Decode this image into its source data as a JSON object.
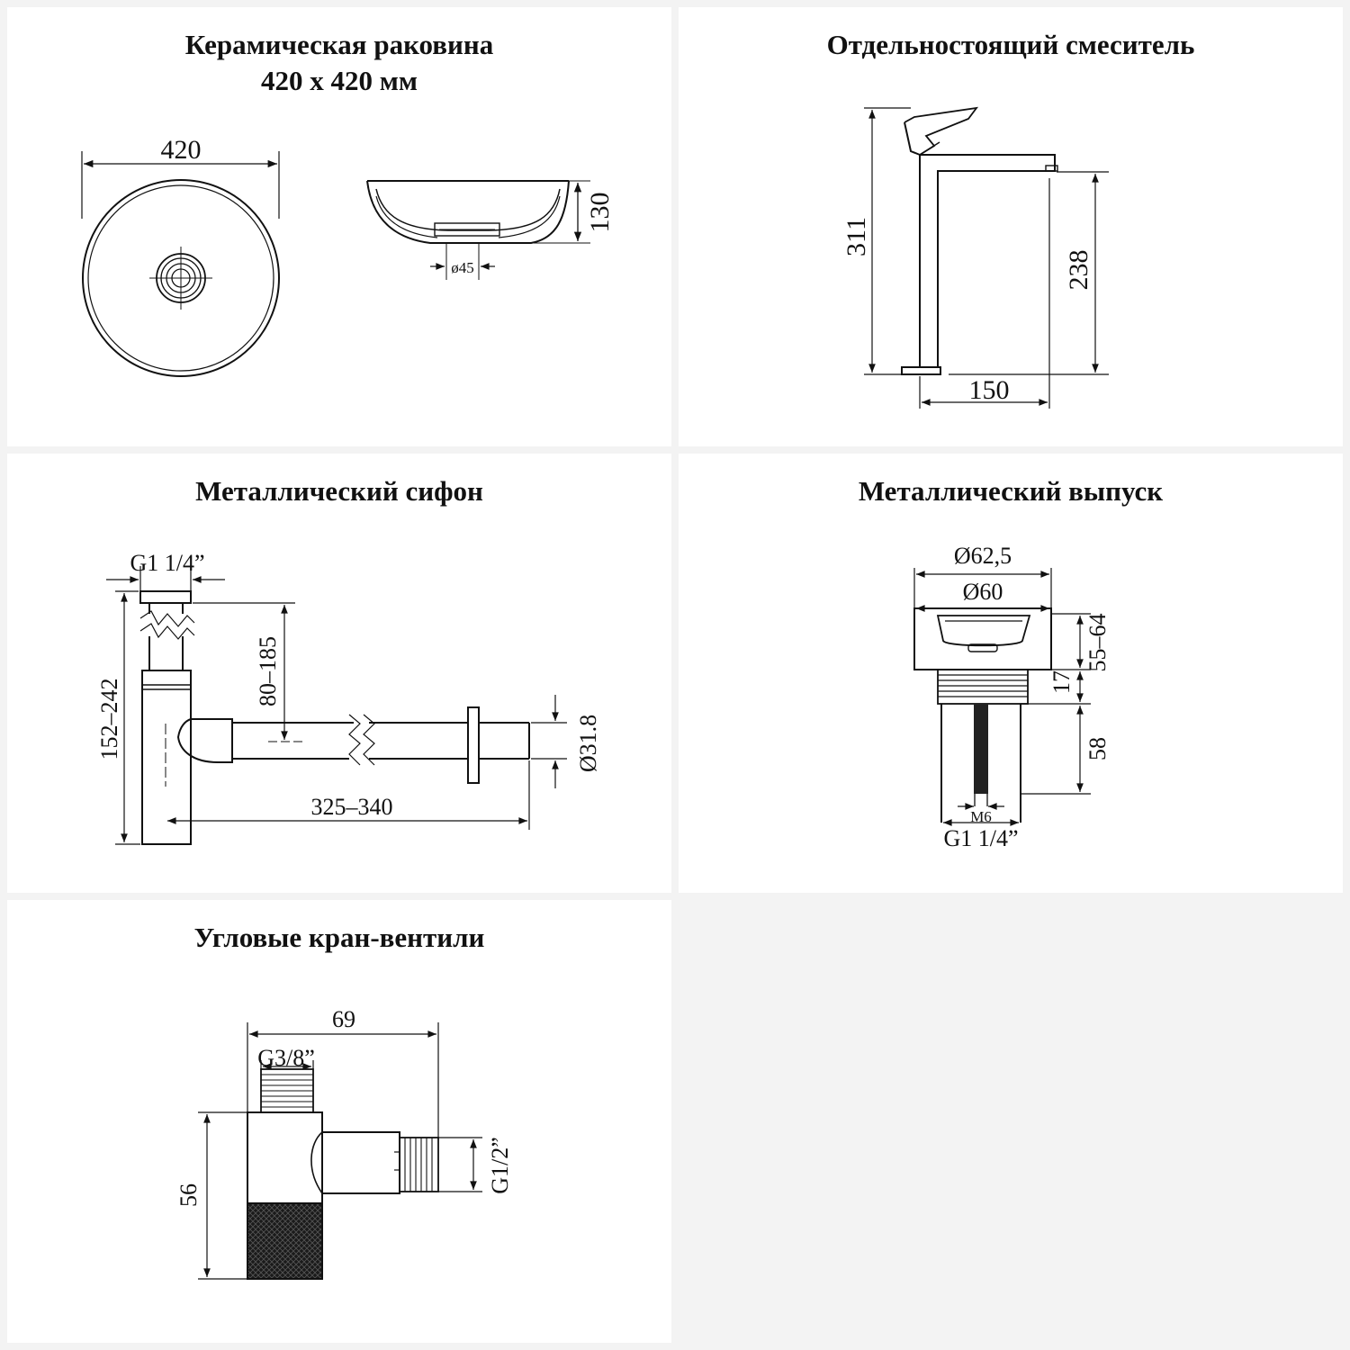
{
  "panels": {
    "sink": {
      "title": "Керамическая раковина\n420 x 420 мм",
      "dims": {
        "width": "420",
        "height": "130",
        "drain": "ø45"
      }
    },
    "faucet": {
      "title": "Отдельностоящий смеситель",
      "dims": {
        "height": "311",
        "spout_height": "238",
        "reach": "150"
      }
    },
    "siphon": {
      "title": "Металлический сифон",
      "dims": {
        "thread": "G1 1/4”",
        "height": "152–242",
        "offset": "80–185",
        "length": "325–340",
        "diameter": "Ø31.8"
      }
    },
    "drain": {
      "title": "Металлический выпуск",
      "dims": {
        "outer_d": "Ø62,5",
        "inner_d": "Ø60",
        "range": "55–64",
        "flange": "17",
        "body": "58",
        "bolt": "M6",
        "thread": "G1 1/4”"
      }
    },
    "valve": {
      "title": "Угловые кран-вентили",
      "dims": {
        "length": "69",
        "inlet": "G3/8”",
        "height": "56",
        "outlet": "G1/2”"
      }
    }
  },
  "colors": {
    "background": "#f3f3f3",
    "panel": "#ffffff",
    "ink": "#111111"
  }
}
